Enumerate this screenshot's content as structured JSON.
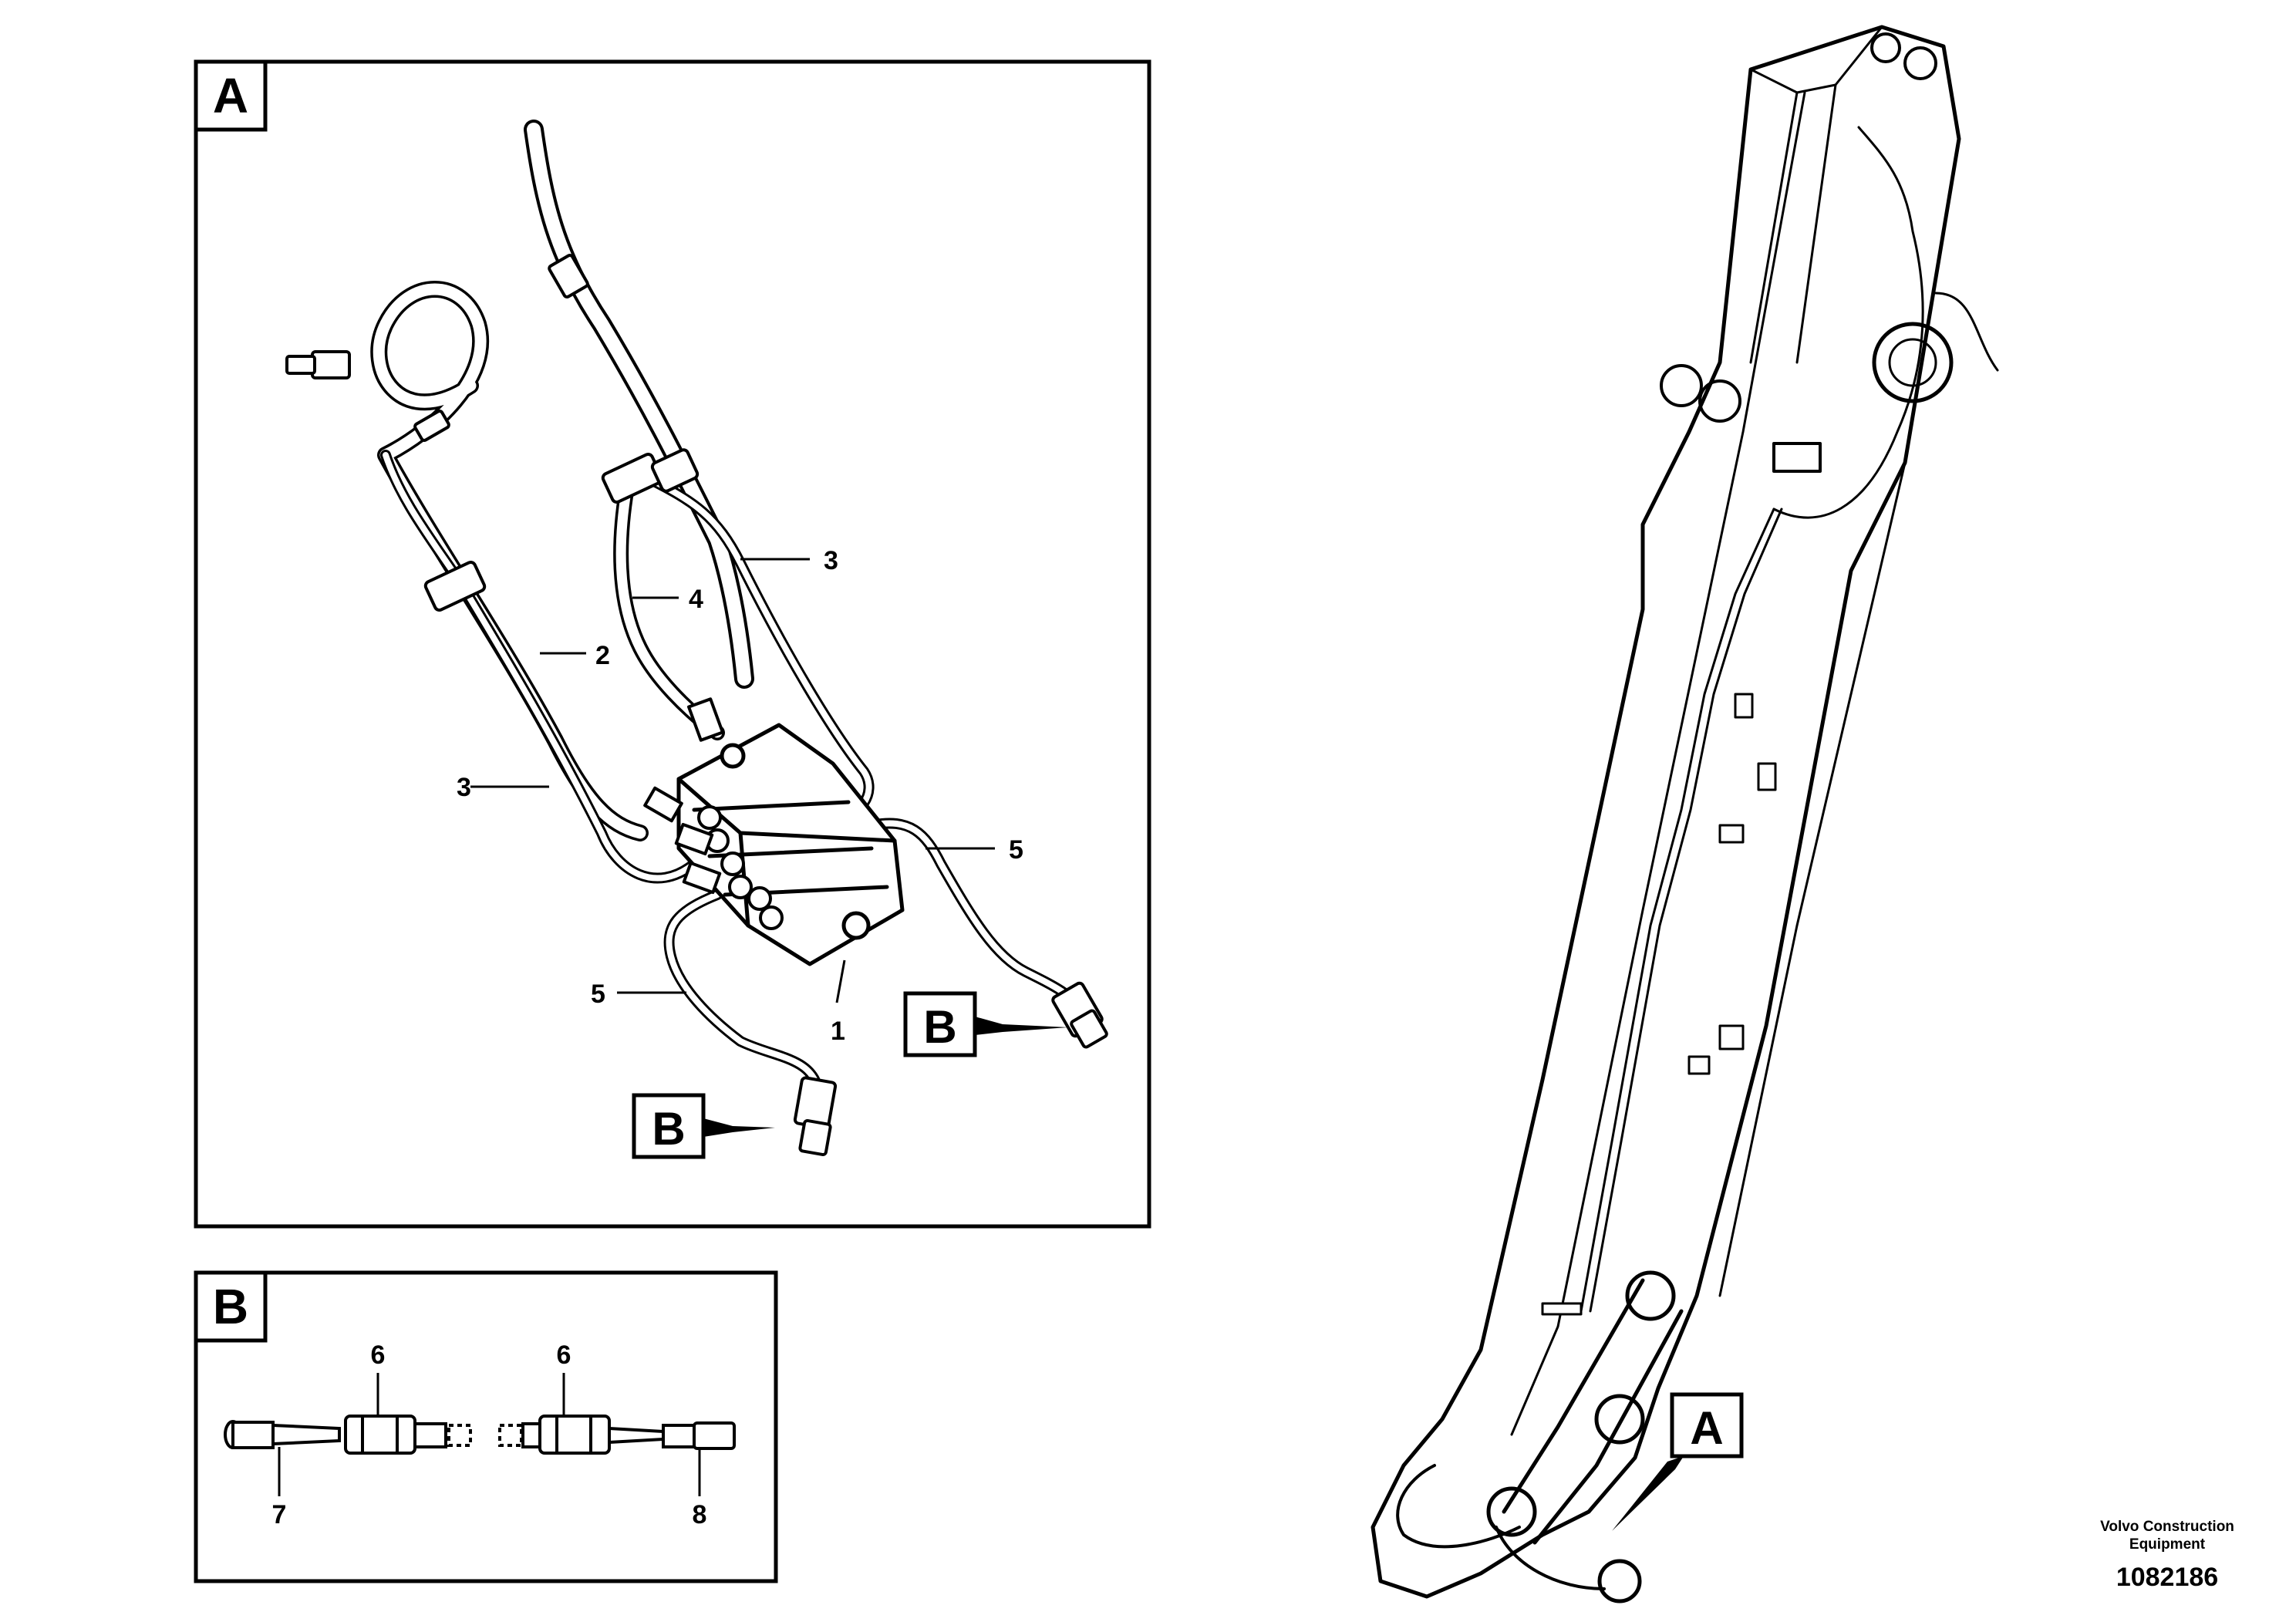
{
  "view_a": {
    "tag": "A",
    "callouts": {
      "c1": "1",
      "c2": "2",
      "c3_upper": "3",
      "c3_lower": "3",
      "c4": "4",
      "c5_right": "5",
      "c5_left": "5"
    },
    "b_refs": [
      "B",
      "B"
    ]
  },
  "view_b": {
    "tag": "B",
    "callouts": {
      "c6_left": "6",
      "c6_right": "6",
      "c7": "7",
      "c8": "8"
    }
  },
  "boom_view": {
    "a_ref": "A"
  },
  "footer": {
    "company_line1": "Volvo Construction",
    "company_line2": "Equipment",
    "drawing_number": "1082186"
  }
}
